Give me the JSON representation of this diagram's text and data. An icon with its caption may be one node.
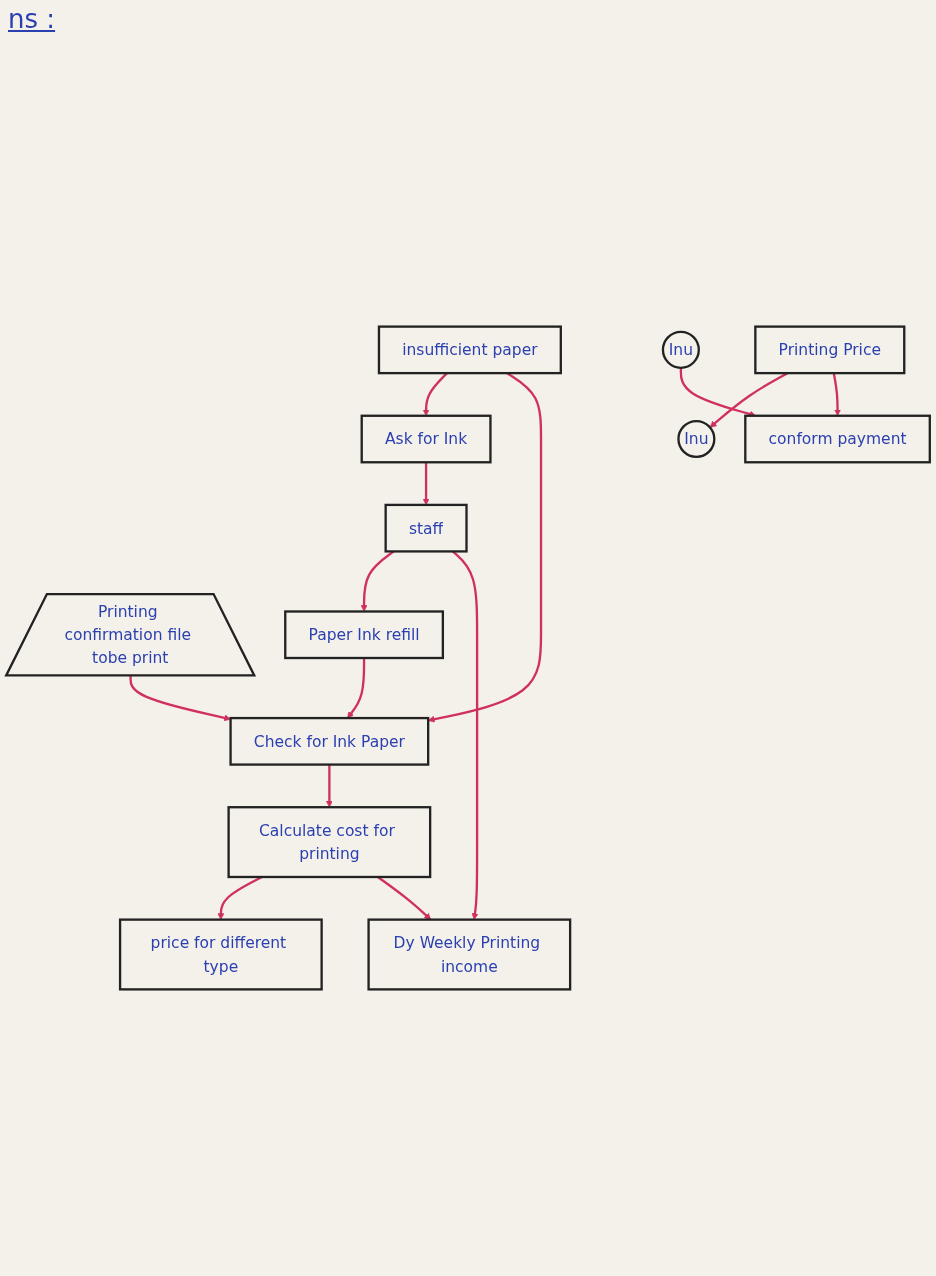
{
  "diagram": {
    "nodes": [
      {
        "text": [
          "insufficient paper"
        ]
      },
      {
        "text": [
          "Ask for Ink"
        ]
      },
      {
        "text": [
          "Printing confirmation file tobe print"
        ]
      },
      {
        "text": [
          "Check for Ink Paper"
        ]
      },
      {
        "text": [
          "staff"
        ]
      },
      {
        "text": [
          "Paper Ink refill"
        ]
      },
      {
        "text": [
          "Calculate cost for printing"
        ]
      },
      {
        "text": [
          "price for different type"
        ]
      },
      {
        "text": [
          "Inu"
        ]
      },
      {
        "text": [
          "Dy Weekly Printing income"
        ]
      },
      {
        "text": [
          "Inu"
        ]
      },
      {
        "text": [
          "Printing Price"
        ]
      },
      {
        "text": [
          "conform payment"
        ]
      }
    ],
    "edges": [
      {
        "from": 0,
        "to": 1,
        "arrow": "to"
      },
      {
        "from": 0,
        "to": 3,
        "arrow": "to"
      },
      {
        "from": 2,
        "to": 3,
        "arrow": "to"
      },
      {
        "from": 1,
        "to": 4,
        "arrow": "to"
      },
      {
        "from": 4,
        "to": 5,
        "arrow": "to"
      },
      {
        "from": 5,
        "to": 3,
        "arrow": "to"
      },
      {
        "from": 3,
        "to": 6,
        "arrow": "to"
      },
      {
        "from": 6,
        "to": 7,
        "arrow": "to"
      },
      {
        "from": 4,
        "to": 9,
        "arrow": "to"
      },
      {
        "from": 6,
        "to": 9,
        "arrow": "to"
      },
      {
        "from": 8,
        "to": 12,
        "arrow": "to"
      },
      {
        "from": 11,
        "to": 10,
        "arrow": "to"
      },
      {
        "from": 11,
        "to": 12,
        "arrow": "to"
      }
    ],
    "labels": [
      "ns :"
    ]
  }
}
